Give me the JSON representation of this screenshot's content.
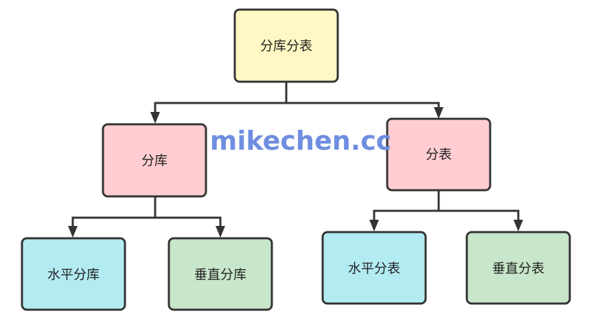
{
  "watermark": "mikechen.cc",
  "colors": {
    "root_fill": "#fff8c4",
    "category_fill": "#ffcdd2",
    "horizontal_fill": "#b3ebf2",
    "vertical_fill": "#c8e6c9",
    "border": "#333333",
    "watermark": "#6f8ee0"
  },
  "nodes": {
    "root": {
      "label": "分库分表"
    },
    "db_split": {
      "label": "分库"
    },
    "table_split": {
      "label": "分表"
    },
    "horizontal_db": {
      "label": "水平分库"
    },
    "vertical_db": {
      "label": "垂直分库"
    },
    "horizontal_table": {
      "label": "水平分表"
    },
    "vertical_table": {
      "label": "垂直分表"
    }
  },
  "edges": [
    {
      "from": "root",
      "to": "db_split"
    },
    {
      "from": "root",
      "to": "table_split"
    },
    {
      "from": "db_split",
      "to": "horizontal_db"
    },
    {
      "from": "db_split",
      "to": "vertical_db"
    },
    {
      "from": "table_split",
      "to": "horizontal_table"
    },
    {
      "from": "table_split",
      "to": "vertical_table"
    }
  ]
}
